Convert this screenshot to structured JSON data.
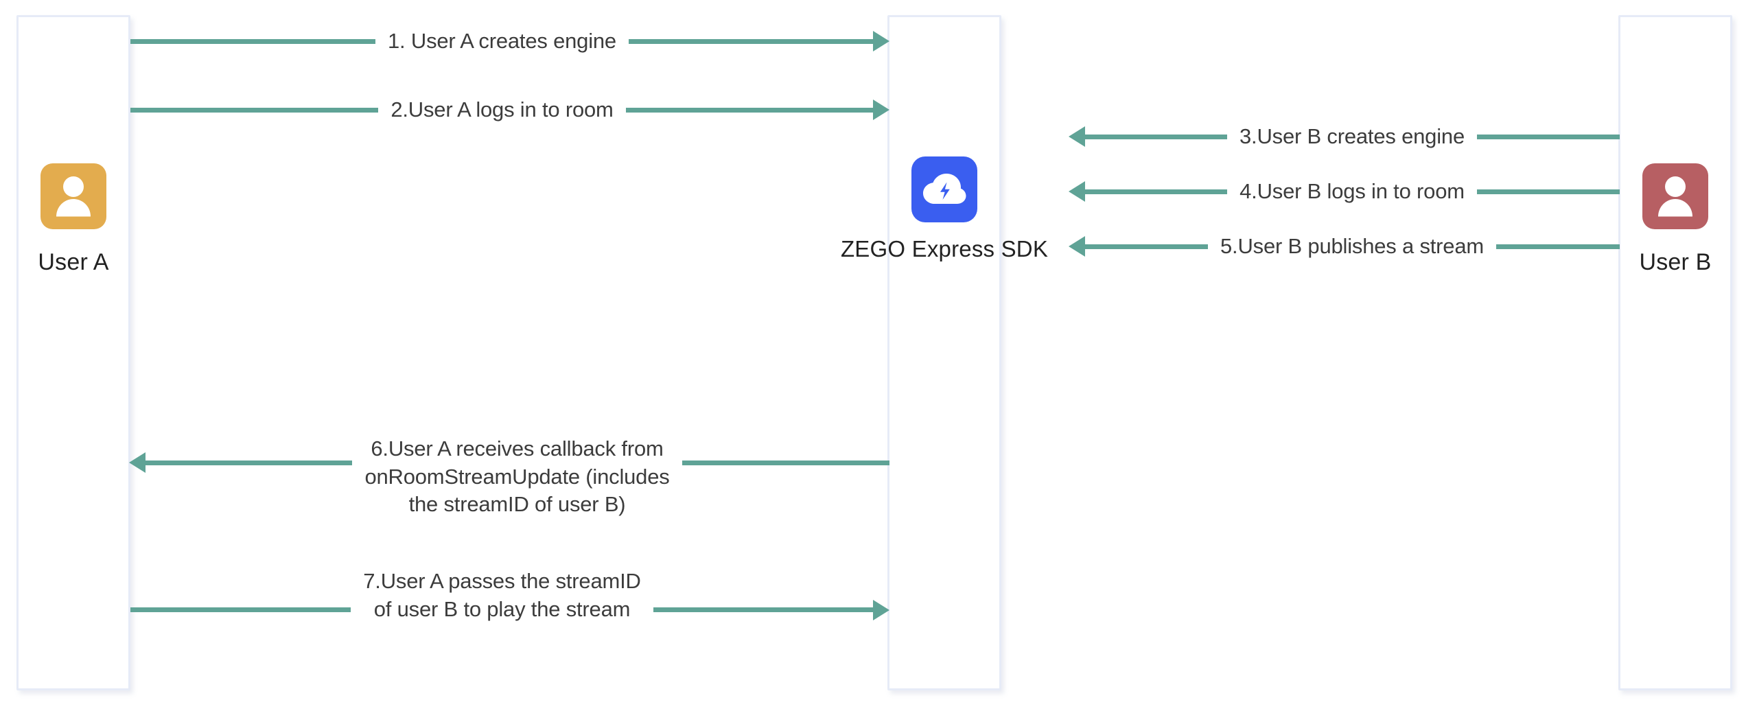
{
  "diagram": {
    "title": "ZEGO Express SDK publish/play sequence",
    "colors": {
      "arrow": "#5fa396",
      "lane_border": "#e6ebf7",
      "text": "#3c3c3c",
      "avatar_user_a": "#e3ac4e",
      "avatar_user_b": "#b75f63",
      "zego_brand": "#3a5ef0",
      "background": "#ffffff"
    }
  },
  "actors": [
    {
      "id": "user-a",
      "label": "User A",
      "avatar_icon": "user-avatar-icon",
      "avatar_color": "#e3ac4e"
    },
    {
      "id": "zego-sdk",
      "label": "ZEGO\nExpress\nSDK",
      "label_lines": [
        "ZEGO",
        "Express",
        "SDK"
      ],
      "avatar_icon": "zego-cloud-bolt-icon",
      "avatar_color": "#3a5ef0"
    },
    {
      "id": "user-b",
      "label": "User B",
      "avatar_icon": "user-avatar-icon",
      "avatar_color": "#b75f63"
    }
  ],
  "messages": [
    {
      "step": 1,
      "id": "msg-1",
      "text": "1. User A creates engine",
      "from": "user-a",
      "to": "zego-sdk",
      "direction": "right"
    },
    {
      "step": 2,
      "id": "msg-2",
      "text": "2.User A logs in to room",
      "from": "user-a",
      "to": "zego-sdk",
      "direction": "right"
    },
    {
      "step": 3,
      "id": "msg-3",
      "text": "3.User B creates engine",
      "from": "user-b",
      "to": "zego-sdk",
      "direction": "left"
    },
    {
      "step": 4,
      "id": "msg-4",
      "text": "4.User B logs in to room",
      "from": "user-b",
      "to": "zego-sdk",
      "direction": "left"
    },
    {
      "step": 5,
      "id": "msg-5",
      "text": "5.User B publishes a stream",
      "from": "user-b",
      "to": "zego-sdk",
      "direction": "left"
    },
    {
      "step": 6,
      "id": "msg-6",
      "text": "6.User A receives callback from\nonRoomStreamUpdate (includes\nthe streamID of user B)",
      "from": "zego-sdk",
      "to": "user-a",
      "direction": "left"
    },
    {
      "step": 7,
      "id": "msg-7",
      "text": "7.User A passes the streamID\nof user B to play the stream",
      "from": "user-a",
      "to": "zego-sdk",
      "direction": "right"
    }
  ]
}
